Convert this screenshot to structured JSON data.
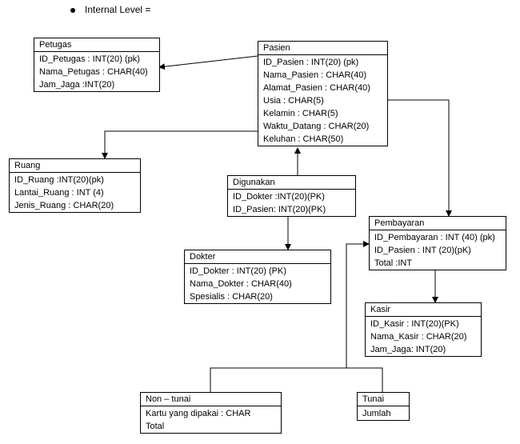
{
  "heading": "Internal Level =",
  "entities": {
    "petugas": {
      "title": "Petugas",
      "attrs": [
        "ID_Petugas : INT(20) (pk)",
        "Nama_Petugas : CHAR(40)",
        "Jam_Jaga :INT(20)"
      ]
    },
    "pasien": {
      "title": "Pasien",
      "attrs": [
        "ID_Pasien : INT(20) (pk)",
        "Nama_Pasien : CHAR(40)",
        "Alamat_Pasien : CHAR(40)",
        "Usia : CHAR(5)",
        "Kelamin : CHAR(5)",
        "Waktu_Datang : CHAR(20)",
        "Keluhan : CHAR(50)"
      ]
    },
    "ruang": {
      "title": "Ruang",
      "attrs": [
        "ID_Ruang :INT(20)(pk)",
        "Lantai_Ruang : INT (4)",
        "Jenis_Ruang : CHAR(20)"
      ]
    },
    "digunakan": {
      "title": "Digunakan",
      "attrs": [
        "ID_Dokter :INT(20)(PK)",
        "ID_Pasien: INT(20)(PK)"
      ]
    },
    "pembayaran": {
      "title": "Pembayaran",
      "attrs": [
        "ID_Pembayaran : INT (40) (pk)",
        "ID_Pasien : INT (20)(pK)",
        "Total :INT"
      ]
    },
    "dokter": {
      "title": "Dokter",
      "attrs": [
        "ID_Dokter : INT(20) (PK)",
        "Nama_Dokter : CHAR(40)",
        "Spesialis : CHAR(20)"
      ]
    },
    "kasir": {
      "title": "Kasir",
      "attrs": [
        "ID_Kasir : INT(20)(PK)",
        "Nama_Kasir : CHAR(20)",
        "Jam_Jaga: INT(20)"
      ]
    },
    "non_tunai": {
      "title": "Non – tunai",
      "attrs": [
        "Kartu yang dipakai : CHAR",
        "Total"
      ]
    },
    "tunai": {
      "title": "Tunai",
      "attrs": [
        "Jumlah"
      ]
    }
  }
}
